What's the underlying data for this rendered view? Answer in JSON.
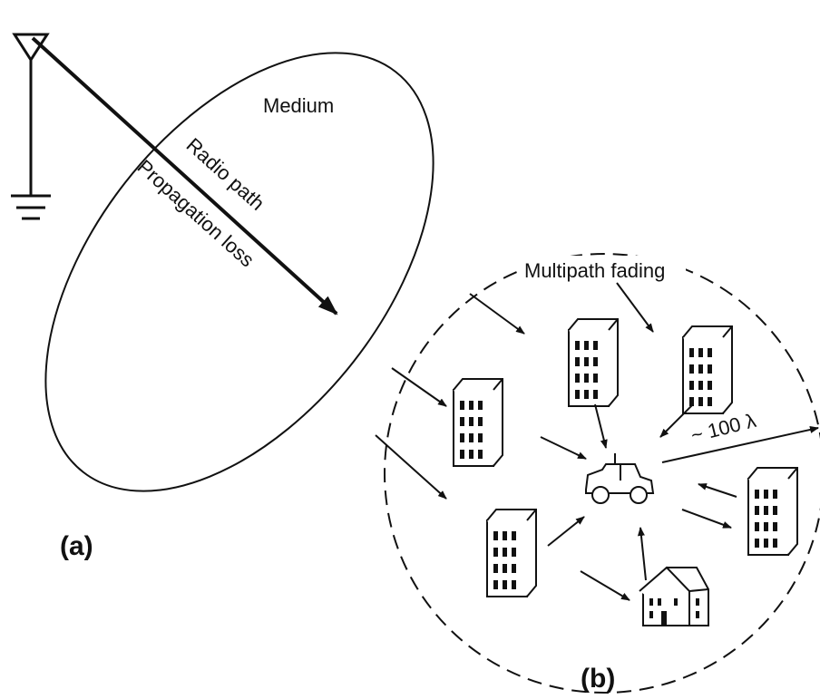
{
  "panel_a": {
    "medium_label": "Medium",
    "radio_path_label": "Radio path",
    "propagation_loss_label": "Propagation loss",
    "caption": "(a)"
  },
  "panel_b": {
    "multipath_label": "Multipath fading",
    "radius_label": "~ 100 λ",
    "caption": "(b)"
  }
}
